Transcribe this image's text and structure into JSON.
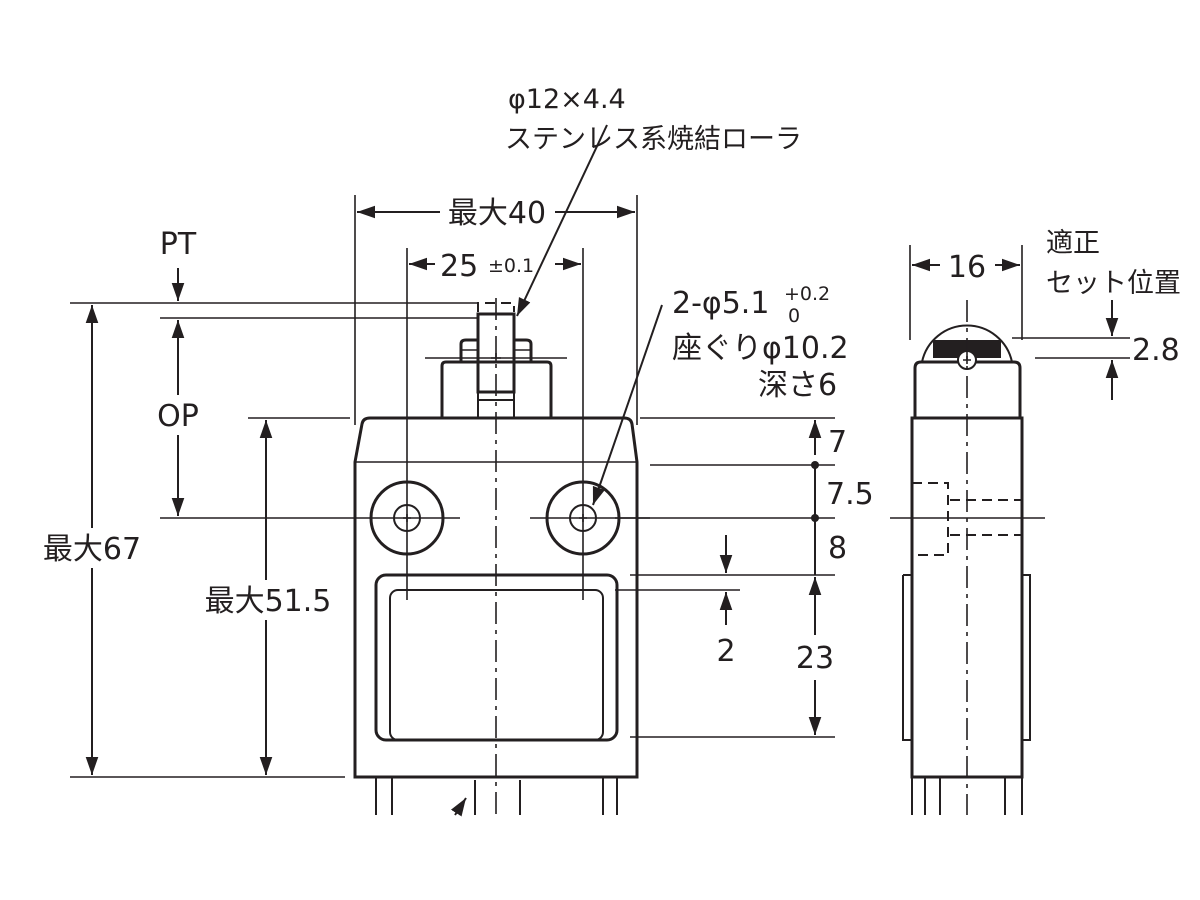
{
  "roller_label": {
    "spec": "φ12×4.4",
    "material": "ステンレス系焼結ローラ"
  },
  "dimensions": {
    "max_width": "最大40",
    "hole_pitch": "25",
    "hole_pitch_tol": "±0.1",
    "pt": "PT",
    "op": "OP",
    "max_height": "最大67",
    "max_body_height": "最大51.5",
    "hole_spec": "2-φ5.1",
    "hole_tol_upper": "+0.2",
    "hole_tol_lower": "0",
    "counterbore": "座ぐりφ10.2",
    "counterbore_depth": "深さ6",
    "d7": "7",
    "d7_5": "7.5",
    "d8": "8",
    "d2": "2",
    "d23": "23",
    "side_width": "16",
    "set_position_line1": "適正",
    "set_position_line2": "セット位置",
    "set_position_value": "2.8"
  }
}
